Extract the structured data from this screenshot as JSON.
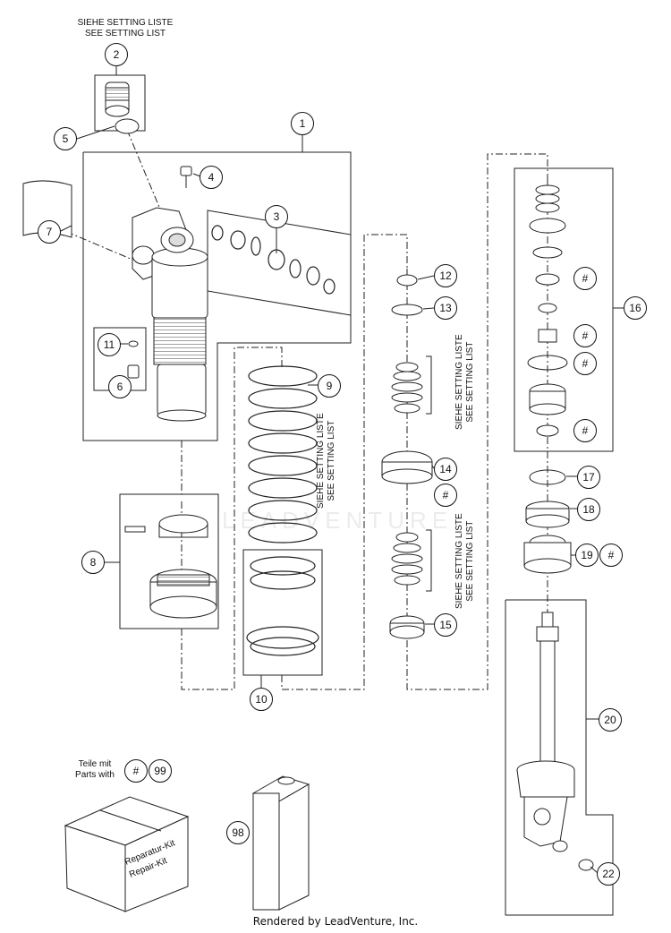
{
  "notes": {
    "setting_list_de": "SIEHE SETTING LISTE",
    "setting_list_en": "SEE SETTING LIST",
    "kit_note_de": "Teile mit",
    "kit_note_en": "Parts with",
    "repair_kit_de": "Reparatur-Kit",
    "repair_kit_en": "Repair-Kit",
    "watermark": "LEADVENTURE"
  },
  "callouts": [
    "1",
    "2",
    "3",
    "4",
    "5",
    "6",
    "7",
    "8",
    "9",
    "10",
    "11",
    "12",
    "13",
    "14",
    "15",
    "16",
    "17",
    "18",
    "19",
    "20",
    "22",
    "98",
    "99"
  ],
  "hash_marker": "#",
  "footer": "Rendered by LeadVenture, Inc."
}
